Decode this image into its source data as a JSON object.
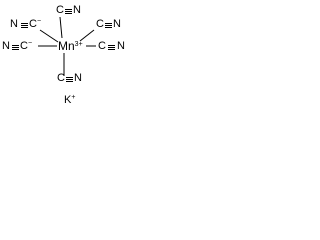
{
  "structure": {
    "metal": {
      "symbol": "Mn",
      "charge": "3+"
    },
    "ligands": [
      {
        "atom_1": "N",
        "atom_2": "C",
        "charge": "−"
      },
      {
        "atom_1": "C",
        "atom_2": "N"
      },
      {
        "atom_1": "C",
        "atom_2": "N"
      },
      {
        "atom_1": "N",
        "atom_2": "C",
        "charge": "−"
      },
      {
        "atom_1": "C",
        "atom_2": "N"
      },
      {
        "atom_1": "C",
        "atom_2": "N"
      }
    ],
    "counter_ion": {
      "symbol": "K",
      "charge": "+"
    }
  }
}
